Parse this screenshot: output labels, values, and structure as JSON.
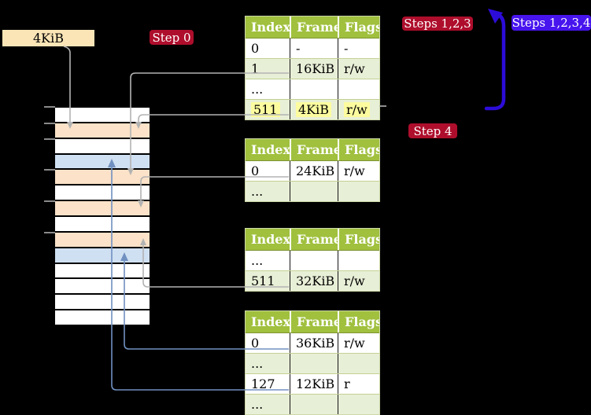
{
  "labels": {
    "frame_size": "4KiB",
    "step0": "Step 0",
    "steps123": "Steps 1,2,3",
    "steps1234": "Steps 1,2,3,4",
    "step4": "Step 4"
  },
  "palette": {
    "table_header_bg": "#a0c03e",
    "table_header_text": "#ffffff",
    "row_shade": "#e8efd7",
    "row_plain": "#ffffff",
    "highlight": "#fcfc9f",
    "frame_free": "#ffffff",
    "frame_table": "#fbe2c8",
    "frame_page": "#cfe0f2",
    "badge_red": "#ae0e2c",
    "badge_blue": "#4714ee",
    "label_bg": "#fbe5b6",
    "gray_line": "#b3b3b3",
    "blue_line": "#7090c0",
    "loop_arrow": "#2c0cd8"
  },
  "tables": [
    {
      "name": "page-table-level-4",
      "headers": [
        "Index",
        "Frame",
        "Flags"
      ],
      "rows": [
        {
          "cells": [
            "0",
            "-",
            "-"
          ],
          "highlight": false
        },
        {
          "cells": [
            "1",
            "16KiB",
            "r/w"
          ],
          "highlight": false
        },
        {
          "cells": [
            "...",
            "",
            ""
          ],
          "highlight": false
        },
        {
          "cells": [
            "511",
            "4KiB",
            "r/w"
          ],
          "highlight": true
        }
      ]
    },
    {
      "name": "page-table-level-3",
      "headers": [
        "Index",
        "Frame",
        "Flags"
      ],
      "rows": [
        {
          "cells": [
            "0",
            "24KiB",
            "r/w"
          ],
          "highlight": false
        },
        {
          "cells": [
            "...",
            "",
            ""
          ],
          "highlight": false
        }
      ]
    },
    {
      "name": "page-table-level-2",
      "headers": [
        "Index",
        "Frame",
        "Flags"
      ],
      "rows": [
        {
          "cells": [
            "...",
            "",
            ""
          ],
          "highlight": false
        },
        {
          "cells": [
            "511",
            "32KiB",
            "r/w"
          ],
          "highlight": false
        }
      ]
    },
    {
      "name": "page-table-level-1",
      "headers": [
        "Index",
        "Frame",
        "Flags"
      ],
      "rows": [
        {
          "cells": [
            "0",
            "36KiB",
            "r/w"
          ],
          "highlight": false
        },
        {
          "cells": [
            "...",
            "",
            ""
          ],
          "highlight": false
        },
        {
          "cells": [
            "127",
            "12KiB",
            "r"
          ],
          "highlight": false
        },
        {
          "cells": [
            "...",
            "",
            ""
          ],
          "highlight": false
        }
      ]
    }
  ],
  "memory_strip": {
    "rows": [
      "free",
      "table",
      "free",
      "page",
      "table",
      "free",
      "table",
      "free",
      "table",
      "page",
      "free",
      "free",
      "free",
      "free"
    ]
  }
}
